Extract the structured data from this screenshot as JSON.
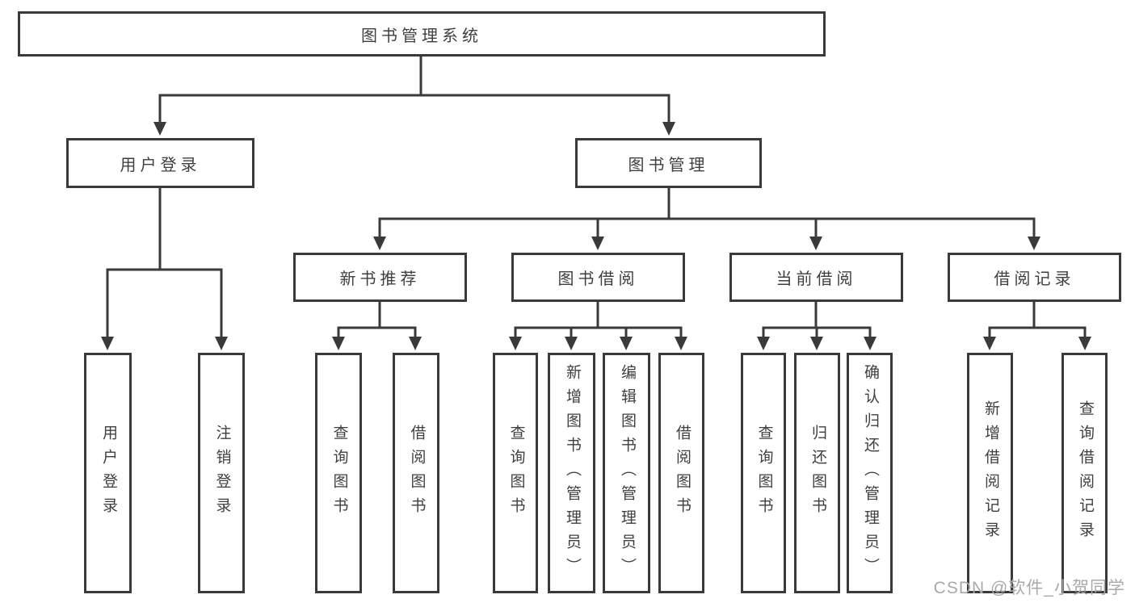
{
  "colors": {
    "bg": "#ffffff",
    "line": "#3a3a3a",
    "text": "#3f3f3f",
    "watermark": "#a9a9a9"
  },
  "tree": {
    "root": {
      "label": "图书管理系统",
      "children": [
        {
          "label": "用户登录",
          "children": [
            {
              "label": "用户登录"
            },
            {
              "label": "注销登录"
            }
          ]
        },
        {
          "label": "图书管理",
          "children": [
            {
              "label": "新书推荐",
              "children": [
                {
                  "label": "查询图书"
                },
                {
                  "label": "借阅图书"
                }
              ]
            },
            {
              "label": "图书借阅",
              "children": [
                {
                  "label": "查询图书"
                },
                {
                  "label": "新增图书（管理员）"
                },
                {
                  "label": "编辑图书（管理员）"
                },
                {
                  "label": "借阅图书"
                }
              ]
            },
            {
              "label": "当前借阅",
              "children": [
                {
                  "label": "查询图书"
                },
                {
                  "label": "归还图书"
                },
                {
                  "label": "确认归还（管理员）"
                }
              ]
            },
            {
              "label": "借阅记录",
              "children": [
                {
                  "label": "新增借阅记录"
                },
                {
                  "label": "查询借阅记录"
                }
              ]
            }
          ]
        }
      ]
    }
  },
  "watermark": {
    "text": "CSDN @软件_小贺同学"
  }
}
